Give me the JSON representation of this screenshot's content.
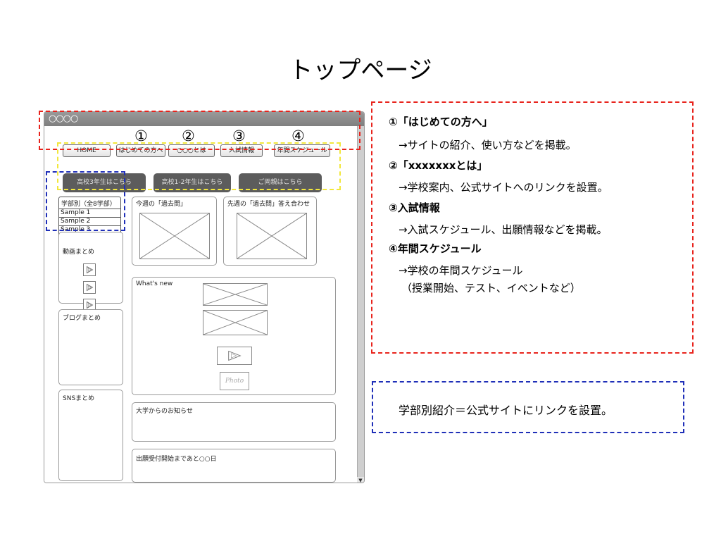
{
  "slide": {
    "title": "トップページ"
  },
  "browser": {
    "title_text": "○○○○",
    "nav": [
      "HOME",
      "はじめての方へ",
      "○○○とは",
      "入試情報",
      "年間スケジュール"
    ],
    "grade_buttons": [
      "高校3年生はこちら",
      "高校1-2年生はこちら",
      "ご両親はこちら"
    ],
    "faculty": {
      "title": "学部別（全8学部）",
      "items": [
        "Sample 1",
        "Sample 2",
        "Sample 3"
      ]
    },
    "exam_this_week": "今週の「過去問」",
    "exam_last_week": "先週の「過去問」答え合わせ",
    "video_summary": "動画まとめ",
    "blog_summary": "ブログまとめ",
    "sns_summary": "SNSまとめ",
    "whats_new": "What's new",
    "photo_label": "Photo",
    "university_news": "大学からのお知らせ",
    "application_countdown": "出願受付開始まであと○○日"
  },
  "markers": [
    "①",
    "②",
    "③",
    "④"
  ],
  "red_panel": {
    "lines": [
      "①「はじめての方へ」",
      "→サイトの紹介、使い方などを掲載。",
      "②「xxxxxxxとは」",
      "→学校案内、公式サイトへのリンクを設置。",
      "③入試情報",
      "→入試スケジュール、出願情報などを掲載。",
      "④年間スケジュール",
      "→学校の年間スケジュール",
      "（授業開始、テスト、イベントなど）"
    ]
  },
  "blue_panel": {
    "text": "学部別紹介＝公式サイトにリンクを設置。"
  },
  "colors": {
    "red": "#e8231c",
    "yellow": "#f2e73b",
    "blue": "#1f2fb8",
    "button_dark": "#5c5c5c"
  }
}
